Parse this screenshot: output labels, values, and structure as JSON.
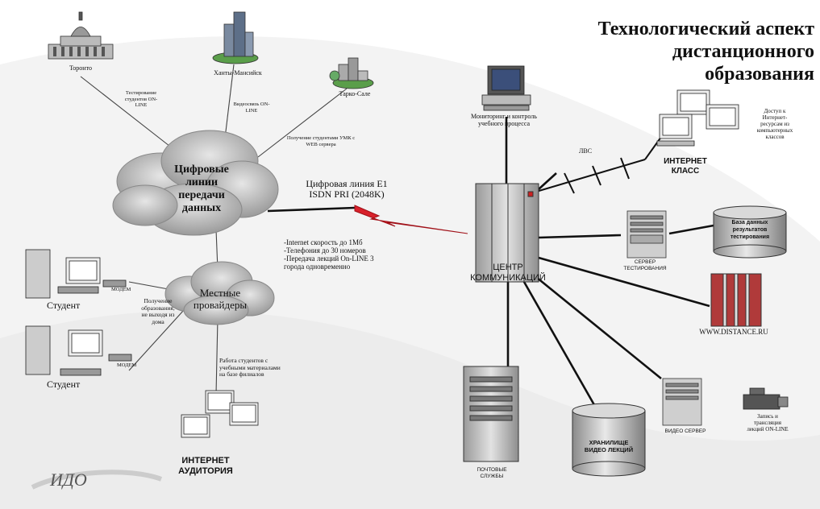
{
  "title": [
    "Технологический аспект",
    "дистанционного",
    "образования"
  ],
  "cities": {
    "toronto": "Торонто",
    "khanty": "Ханты-Мансийск",
    "tarko": "Тарко-Сале"
  },
  "links": {
    "toronto": [
      "Тестирование",
      "студентов ON-",
      "LINE"
    ],
    "khanty": [
      "Видеосвязь ON-",
      "LINE"
    ],
    "tarko": [
      "Получение студентами УМК с",
      "WEB сервера"
    ]
  },
  "cloud_digital": [
    "Цифровые",
    "линии",
    "передачи",
    "данных"
  ],
  "e1_line": [
    "Цифровая линия E1",
    "ISDN PRI (2048K)"
  ],
  "features": [
    "-Internet скорость до 1Мб",
    "-Телефония до 30 номеров",
    "-Передача лекций On-LINE 3",
    "города одновременно"
  ],
  "cloud_local": [
    "Местные",
    "провайдеры"
  ],
  "monitoring": [
    "Мониторинг и контроль",
    "учебного процесса"
  ],
  "lan": "ЛВС",
  "internet_class": [
    "ИНТЕРНЕТ",
    "КЛАСС"
  ],
  "internet_access": [
    "Доступ к",
    "Интернет-",
    "ресурсам из",
    "компьютерных",
    "классов"
  ],
  "center": [
    "ЦЕНТР",
    "КОММУНИКАЦИЙ"
  ],
  "db": [
    "База данных",
    "результатов",
    "тестирования"
  ],
  "test_server": [
    "СЕРВЕР",
    "ТЕСТИРОВАНИЯ"
  ],
  "site": "WWW.DISTANCE.RU",
  "student": "Студент",
  "modem": "МОДЕМ",
  "student_note": [
    "Получение",
    "образования,",
    "не выходя из",
    "дома"
  ],
  "filial_note": [
    "Работа студентов с",
    "учебными материалами",
    "на базе филиалов"
  ],
  "internet_aud": [
    "ИНТЕРНЕТ",
    "АУДИТОРИЯ"
  ],
  "mail": [
    "ПОЧТОВЫЕ",
    "СЛУЖБЫ"
  ],
  "video_store": [
    "ХРАНИЛИЩЕ",
    "ВИДЕО ЛЕКЦИЙ"
  ],
  "video_server": "ВИДЕО СЕРВЕР",
  "recording": [
    "Запись и",
    "трансляция",
    "лекций ON-LINE"
  ],
  "logo": "ИДО",
  "colors": {
    "cloud": "#b9b9b9",
    "swoosh": "#e9e9e9",
    "lightning": "#d8202a",
    "server_red": "#b03a3a"
  }
}
